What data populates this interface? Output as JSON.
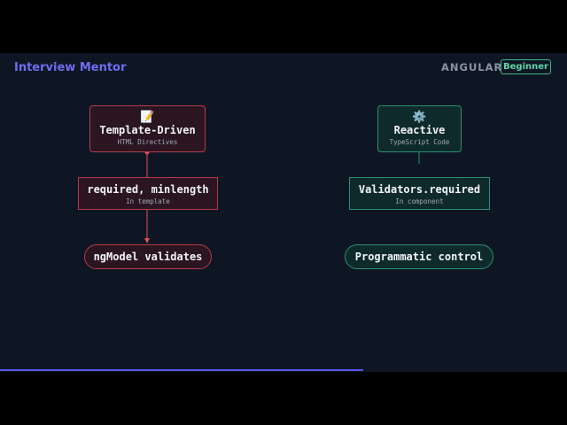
{
  "header": {
    "brand": "Interview Mentor",
    "topic": "ANGULAR",
    "level": "Beginner"
  },
  "diagram": {
    "left": {
      "root": {
        "icon": "📝",
        "title": "Template-Driven",
        "sub": "HTML Directives"
      },
      "mid": {
        "title": "required, minlength",
        "sub": "In template"
      },
      "leaf": {
        "title": "ngModel validates"
      }
    },
    "right": {
      "root": {
        "icon": "⚙️",
        "title": "Reactive",
        "sub": "TypeScript Code"
      },
      "mid": {
        "title": "Validators.required",
        "sub": "In component"
      },
      "leaf": {
        "title": "Programmatic control"
      }
    }
  },
  "colors": {
    "background": "#0f1623",
    "brand": "#6f6cf0",
    "template_driven": "#b83a4a",
    "reactive": "#2a8f78",
    "progress": "#5b52e8"
  },
  "progress": 0.64
}
